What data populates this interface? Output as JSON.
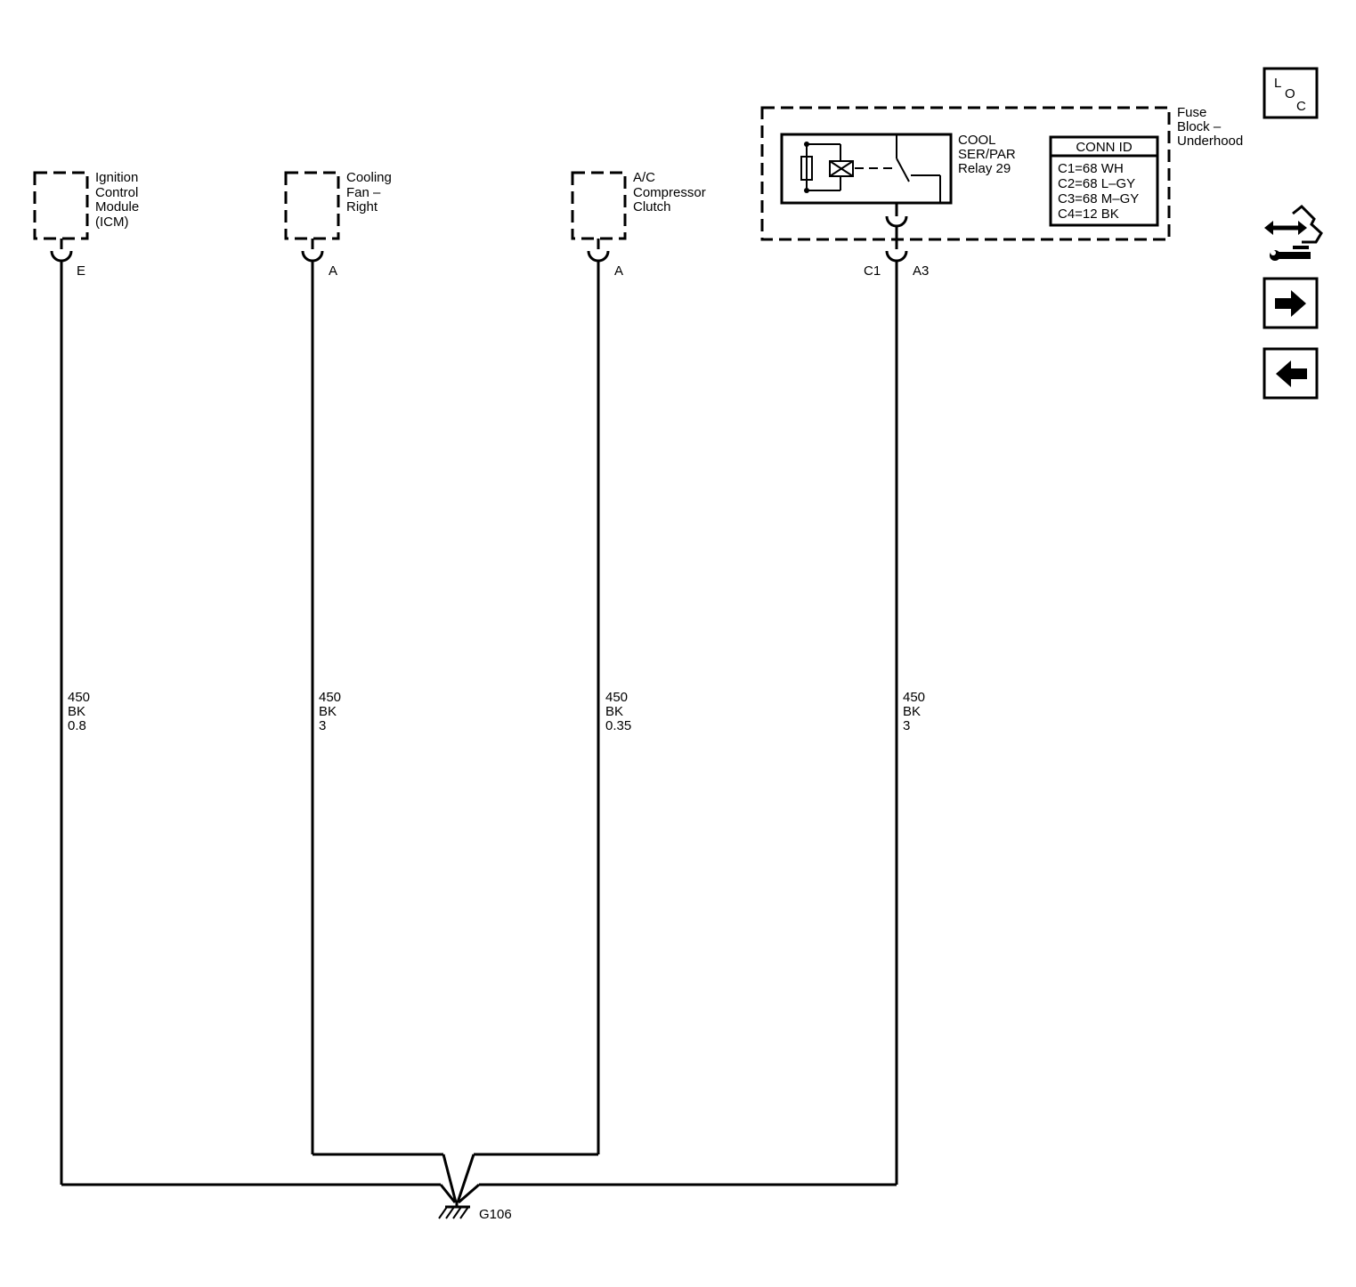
{
  "components": {
    "icm": {
      "label": [
        "Ignition",
        "Control",
        "Module",
        "(ICM)"
      ],
      "pin": "E"
    },
    "cooling_fan_right": {
      "label": [
        "Cooling",
        "Fan –",
        "Right"
      ],
      "pin": "A"
    },
    "ac_compressor_clutch": {
      "label": [
        "A/C",
        "Compressor",
        "Clutch"
      ],
      "pin": "A"
    },
    "relay": {
      "label": [
        "COOL",
        "SER/PAR",
        "Relay 29"
      ]
    },
    "fuse_block": {
      "label": [
        "Fuse",
        "Block –",
        "Underhood"
      ],
      "connector": "C1",
      "pin": "A3"
    }
  },
  "conn_id": {
    "title": "CONN ID",
    "rows": [
      "C1=68 WH",
      "C2=68 L–GY",
      "C3=68 M–GY",
      "C4=12 BK"
    ]
  },
  "wires": [
    {
      "circuit": "450",
      "color": "BK",
      "size": "0.8"
    },
    {
      "circuit": "450",
      "color": "BK",
      "size": "3"
    },
    {
      "circuit": "450",
      "color": "BK",
      "size": "0.35"
    },
    {
      "circuit": "450",
      "color": "BK",
      "size": "3"
    }
  ],
  "ground": {
    "label": "G106"
  },
  "nav": {
    "loc": [
      "L",
      "O",
      "C"
    ],
    "icons": [
      "connector-wrench-icon",
      "arrow-right-icon",
      "arrow-left-icon"
    ]
  }
}
